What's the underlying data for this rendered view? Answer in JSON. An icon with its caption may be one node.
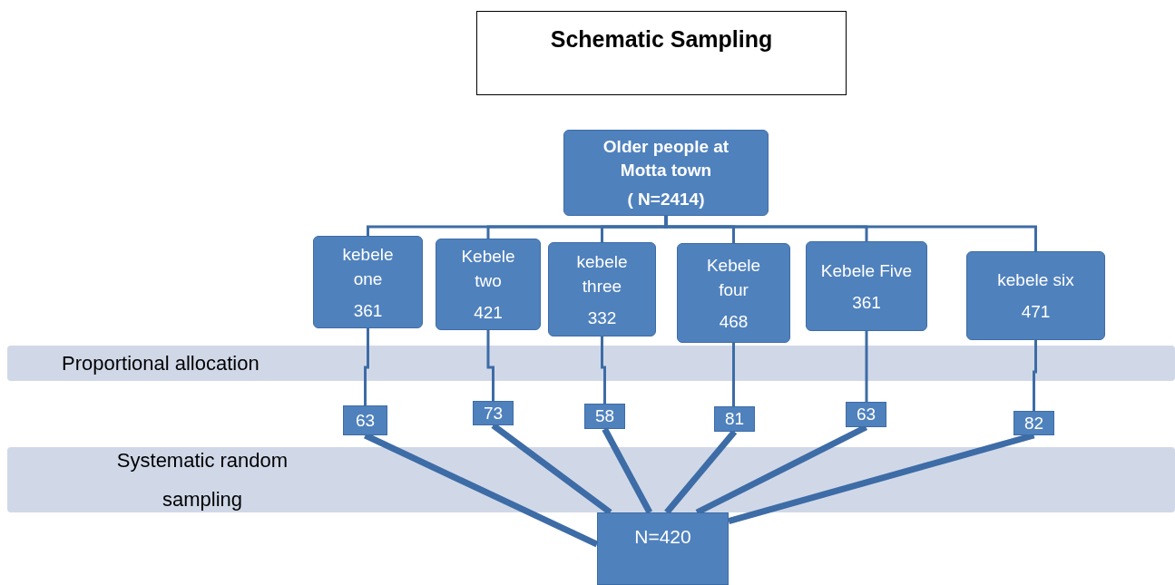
{
  "diagram": {
    "title": "Schematic Sampling",
    "nodes": [
      {
        "text": [
          "Older people at Motta town",
          "( N=2414)"
        ]
      },
      {
        "text": [
          "kebele one",
          "361"
        ]
      },
      {
        "text": [
          "Kebele two",
          "421"
        ]
      },
      {
        "text": [
          "kebele three",
          "332"
        ]
      },
      {
        "text": [
          "Kebele four",
          "468"
        ]
      },
      {
        "text": [
          "Kebele Five",
          "361"
        ]
      },
      {
        "text": [
          "kebele six",
          "471"
        ]
      },
      {
        "text": [
          "63"
        ]
      },
      {
        "text": [
          "73"
        ]
      },
      {
        "text": [
          "58"
        ]
      },
      {
        "text": [
          "81"
        ]
      },
      {
        "text": [
          "63"
        ]
      },
      {
        "text": [
          "82"
        ]
      },
      {
        "text": [
          "N=420"
        ]
      }
    ],
    "edges": [
      {
        "from": 0,
        "to": 1,
        "arrow": "none"
      },
      {
        "from": 0,
        "to": 2,
        "arrow": "none"
      },
      {
        "from": 0,
        "to": 3,
        "arrow": "none"
      },
      {
        "from": 0,
        "to": 4,
        "arrow": "none"
      },
      {
        "from": 0,
        "to": 5,
        "arrow": "none"
      },
      {
        "from": 0,
        "to": 6,
        "arrow": "none"
      },
      {
        "from": 1,
        "to": 7,
        "arrow": "none"
      },
      {
        "from": 2,
        "to": 8,
        "arrow": "none"
      },
      {
        "from": 3,
        "to": 9,
        "arrow": "none"
      },
      {
        "from": 4,
        "to": 10,
        "arrow": "none"
      },
      {
        "from": 5,
        "to": 11,
        "arrow": "none"
      },
      {
        "from": 6,
        "to": 12,
        "arrow": "none"
      },
      {
        "from": 7,
        "to": 13,
        "arrow": "none",
        "style": "thick"
      },
      {
        "from": 8,
        "to": 13,
        "arrow": "none",
        "style": "thick"
      },
      {
        "from": 9,
        "to": 13,
        "arrow": "none",
        "style": "thick"
      },
      {
        "from": 10,
        "to": 13,
        "arrow": "none",
        "style": "thick"
      },
      {
        "from": 11,
        "to": 13,
        "arrow": "none",
        "style": "thick"
      },
      {
        "from": 12,
        "to": 13,
        "arrow": "none",
        "style": "thick"
      }
    ],
    "labels": [
      "Proportional allocation",
      "Systematic random sampling"
    ]
  }
}
